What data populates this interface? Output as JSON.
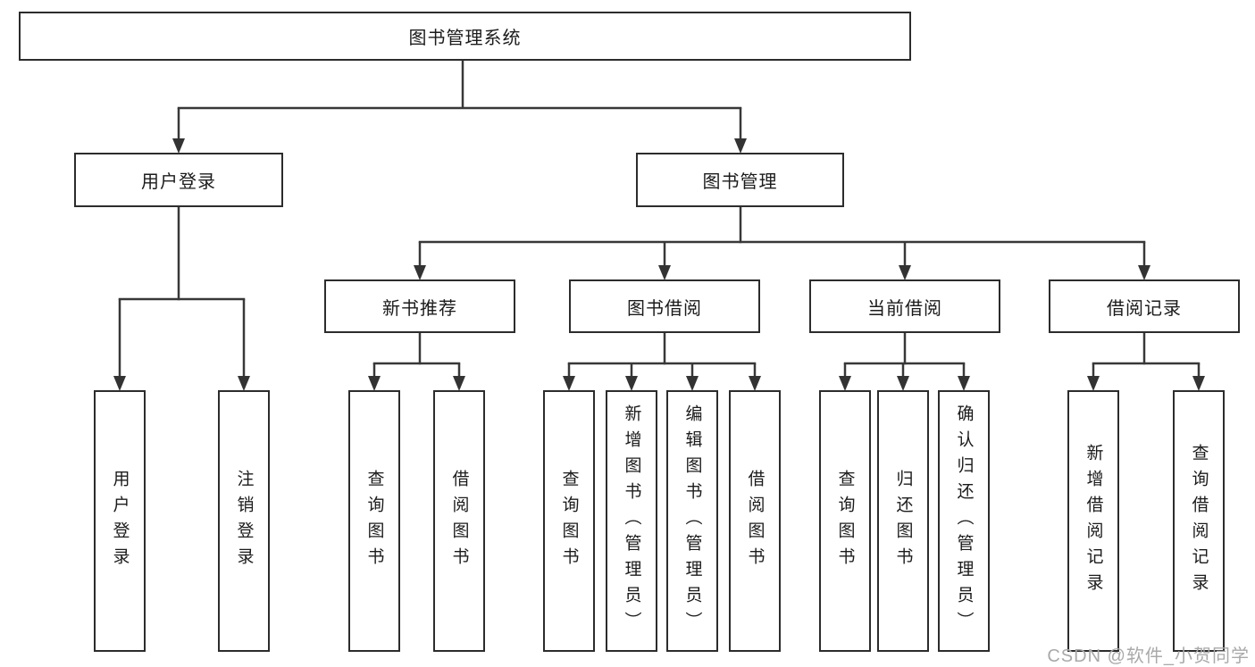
{
  "diagram": {
    "root": {
      "label": "图书管理系统"
    },
    "level2": [
      {
        "label": "用户登录"
      },
      {
        "label": "图书管理"
      }
    ],
    "level3": [
      {
        "label": "新书推荐"
      },
      {
        "label": "图书借阅"
      },
      {
        "label": "当前借阅"
      },
      {
        "label": "借阅记录"
      }
    ],
    "leaves": {
      "user_login": [
        {
          "label": "用户登录"
        },
        {
          "label": "注销登录"
        }
      ],
      "new_books": [
        {
          "label": "查询图书"
        },
        {
          "label": "借阅图书"
        }
      ],
      "book_borrow": [
        {
          "label": "查询图书"
        },
        {
          "label": "新增图书（管理员）"
        },
        {
          "label": "编辑图书（管理员）"
        },
        {
          "label": "借阅图书"
        }
      ],
      "current_borrow": [
        {
          "label": "查询图书"
        },
        {
          "label": "归还图书"
        },
        {
          "label": "确认归还（管理员）"
        }
      ],
      "borrow_records": [
        {
          "label": "新增借阅记录"
        },
        {
          "label": "查询借阅记录"
        }
      ]
    },
    "watermark": "CSDN @软件_小贺同学",
    "colors": {
      "border": "#2c2c2c",
      "line": "#383838",
      "arrow": "#333333",
      "text": "#1b1b1b",
      "watermark": "#a9a9a9"
    }
  }
}
